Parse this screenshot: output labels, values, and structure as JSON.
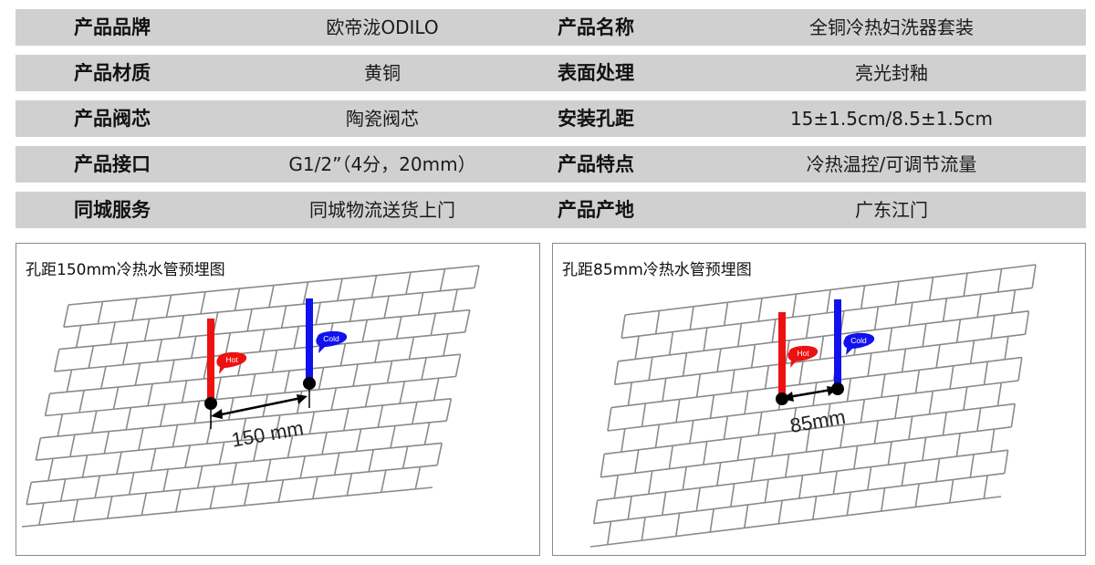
{
  "spec_rows": [
    {
      "label1": "产品品牌",
      "value1": "欧帝泷ODILO",
      "label2": "产品名称",
      "value2": "全铜冷热妇洗器套装"
    },
    {
      "label1": "产品材质",
      "value1": "黄铜",
      "label2": "表面处理",
      "value2": "亮光封釉"
    },
    {
      "label1": "产品阀芯",
      "value1": "陶瓷阀芯",
      "label2": "安装孔距",
      "value2": "15±1.5cm/8.5±1.5cm"
    },
    {
      "label1": "产品接口",
      "value1": "G1/2”（4分，20mm）",
      "label2": "产品特点",
      "value2": "冷热温控/可调节流量"
    },
    {
      "label1": "同城服务",
      "value1": "同城物流送货上门",
      "label2": "产品产地",
      "value2": "广东江门"
    }
  ],
  "diagrams": [
    {
      "title": "孔距150mm冷热水管预埋图",
      "hot_label": "Hot",
      "cold_label": "Cold",
      "measure_label": "150 mm",
      "hot_color": "#ee1111",
      "cold_color": "#1111ee"
    },
    {
      "title": "孔距85mm冷热水管预埋图",
      "hot_label": "Hot",
      "cold_label": "Cold",
      "measure_label": "85mm",
      "hot_color": "#ee1111",
      "cold_color": "#1111ee"
    }
  ]
}
